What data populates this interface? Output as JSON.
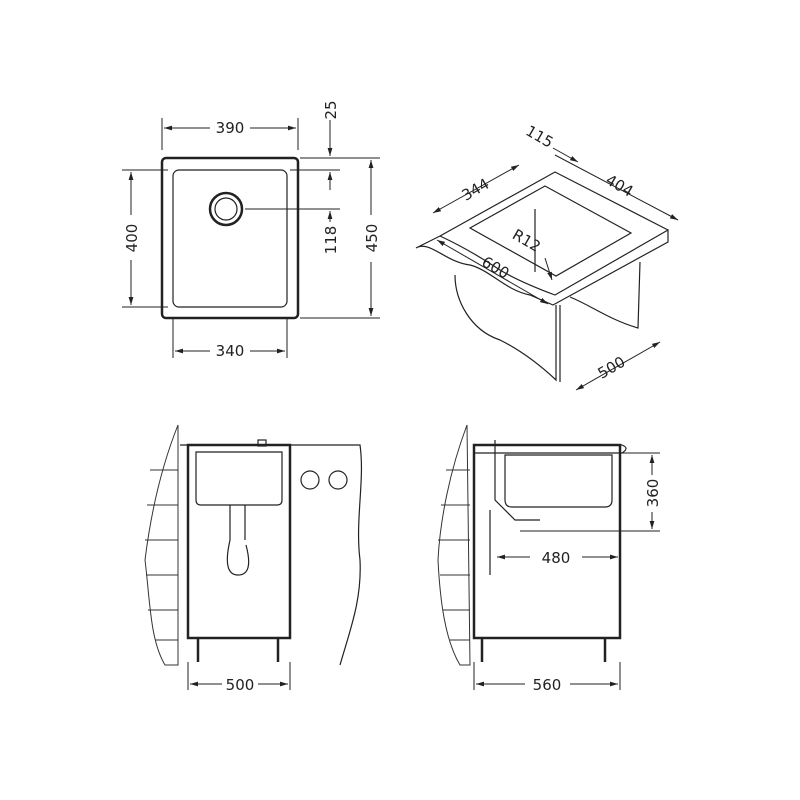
{
  "top_view": {
    "width_outer": "390",
    "rim": "25",
    "height_inner": "400",
    "drain_offset": "118",
    "height_outer": "450",
    "width_inner": "340"
  },
  "iso_view": {
    "back_gap": "115",
    "depth": "404",
    "bowl_width": "344",
    "radius": "R12",
    "front_width": "600",
    "cabinet_depth": "500"
  },
  "front_view": {
    "cabinet_width": "500"
  },
  "side_view": {
    "bowl_depth": "360",
    "drain_distance": "480",
    "cabinet_depth": "560"
  },
  "colors": {
    "line": "#222222",
    "background": "#ffffff"
  }
}
